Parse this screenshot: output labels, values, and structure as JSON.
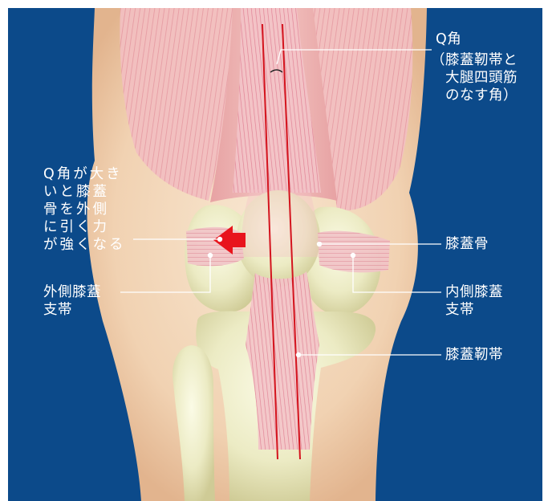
{
  "labels": {
    "q_angle": "Q角",
    "q_angle_note": "（膝蓋靭帯と\n　大腿四頭筋\n　のなす角）",
    "q_effect": "Q角が大き\nいと膝蓋\n骨を外側\nに引く力\nが強くなる",
    "lateral_retinaculum": "外側膝蓋\n支帯",
    "patella": "膝蓋骨",
    "medial_retinaculum": "内側膝蓋\n支帯",
    "patellar_tendon": "膝蓋靭帯"
  },
  "colors": {
    "background": "#0c4a8a",
    "bone": "#ecebc4",
    "muscle": "#e9a6ad",
    "ligament": "#e8849a",
    "axis_line": "#d4141e",
    "arrow": "#e8141c",
    "leader": "#ffffff"
  },
  "icons": {
    "force_arrow": "left-arrow-icon"
  }
}
